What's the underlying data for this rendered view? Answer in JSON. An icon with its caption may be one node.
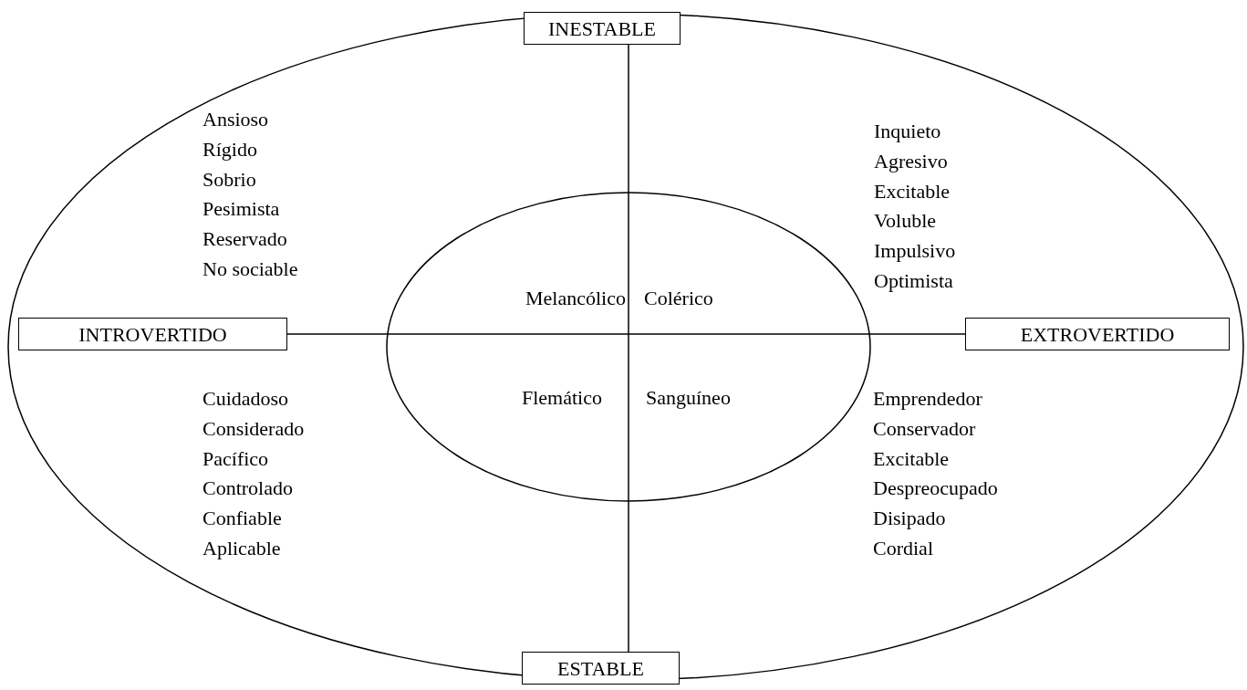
{
  "diagram": {
    "nodes": [
      {
        "text": [
          "INESTABLE"
        ]
      },
      {
        "text": [
          "INTROVERTIDO"
        ]
      },
      {
        "text": [
          "EXTROVERTIDO"
        ]
      },
      {
        "text": [
          "ESTABLE"
        ]
      }
    ],
    "edges": [
      {
        "from": 0,
        "to": 3,
        "arrow": "none"
      },
      {
        "from": 1,
        "to": 2,
        "arrow": "none"
      }
    ],
    "labels": [
      "Ansioso",
      "Rígido",
      "Sobrio",
      "Pesimista",
      "Reservado",
      "No sociable",
      "Inquieto",
      "Agresivo",
      "Excitable",
      "Voluble",
      "Impulsivo",
      "Optimista",
      "Cuidadoso",
      "Considerado",
      "Pacífico",
      "Controlado",
      "Confiable",
      "Aplicable",
      "Emprendedor",
      "Conservador",
      "Excitable",
      "Despreocupado",
      "Disipado",
      "Cordial",
      "Melancólico",
      "Colérico",
      "Flemático",
      "Sanguíneo"
    ]
  }
}
